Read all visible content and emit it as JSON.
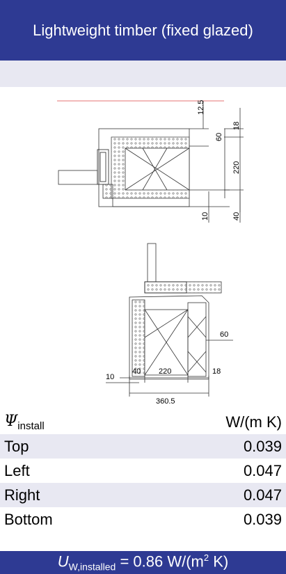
{
  "header": {
    "title": "Lightweight timber (fixed glazed)"
  },
  "drawing": {
    "top_detail_dims": [
      "12.5",
      "60",
      "18",
      "220",
      "10",
      "40"
    ],
    "bottom_detail_dims": [
      "60",
      "40",
      "220",
      "18",
      "10",
      "360.5"
    ]
  },
  "table": {
    "psi_symbol": "Ψ",
    "psi_subscript": "install",
    "unit": "W/(m K)",
    "rows": [
      {
        "label": "Top",
        "value": "0.039"
      },
      {
        "label": "Left",
        "value": "0.047"
      },
      {
        "label": "Right",
        "value": "0.047"
      },
      {
        "label": "Bottom",
        "value": "0.039"
      }
    ]
  },
  "footer": {
    "symbol": "U",
    "subscript": "W,installed",
    "equals_value": " = 0.86 W/(m",
    "superscript": "2",
    "unit_close": " K)"
  },
  "colors": {
    "accent": "#2e3a93",
    "band": "#e8e8f2"
  }
}
